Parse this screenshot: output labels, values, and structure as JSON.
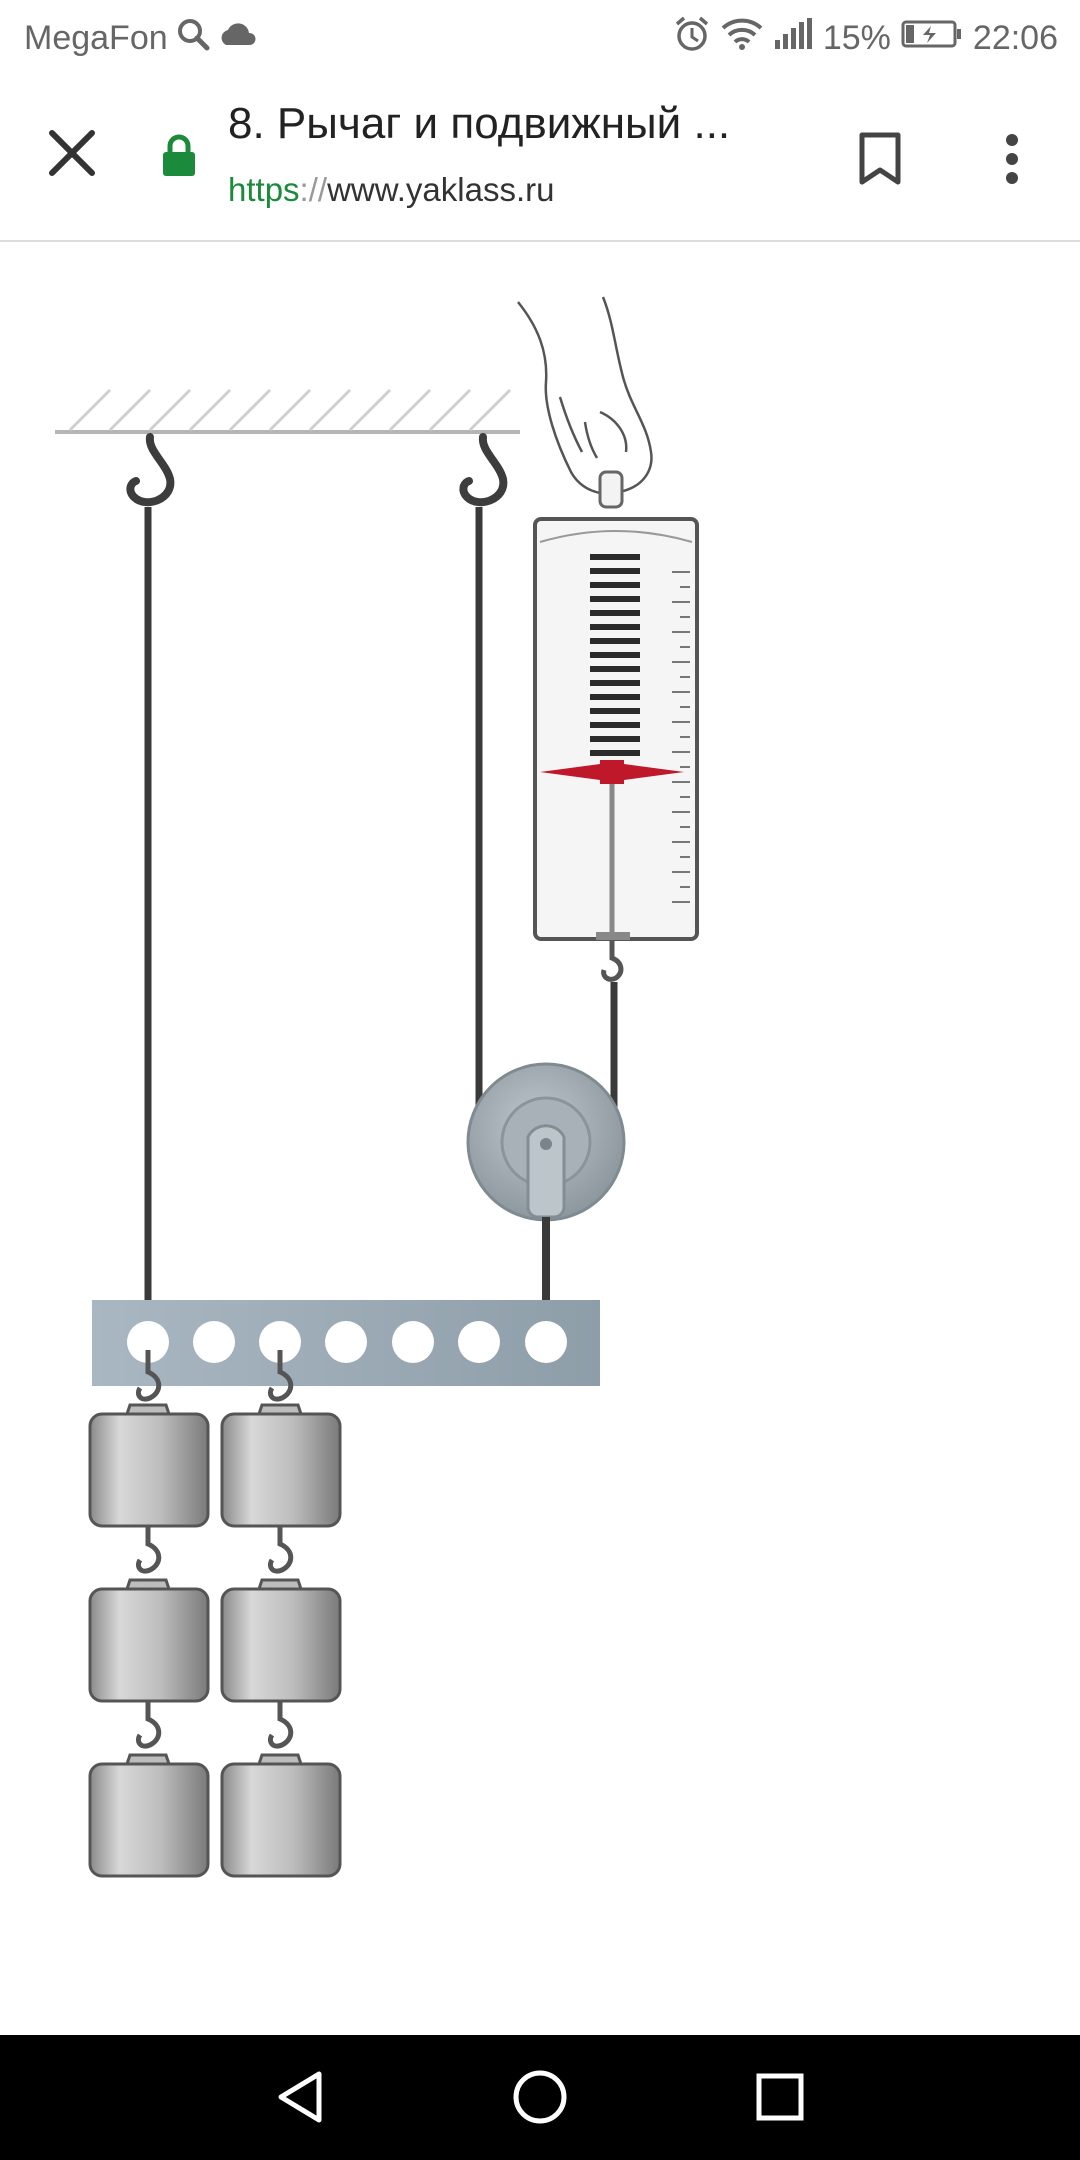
{
  "status_bar": {
    "carrier": "MegaFon",
    "battery": "15%",
    "time": "22:06",
    "icons": [
      "search-icon",
      "cloud-icon",
      "alarm-icon",
      "wifi-icon",
      "signal-icon",
      "battery-charging-icon"
    ]
  },
  "browser": {
    "page_title": "8. Рычаг и подвижный ...",
    "url_scheme": "https",
    "url_separator": "://",
    "url_host": "www.yaklass.ru",
    "icons": [
      "close-icon",
      "lock-icon",
      "bookmark-icon",
      "more-vert-icon"
    ],
    "colors": {
      "lock": "#1b8a3a",
      "scheme": "#1b8a3a"
    }
  },
  "diagram": {
    "description_icons": [
      "ceiling-hatch",
      "hook-icon",
      "spring-scale",
      "movable-pulley",
      "lever-bar",
      "weights"
    ],
    "lever_holes": 7,
    "weights_per_stack": 3,
    "weight_stacks": 2,
    "colors": {
      "marker": "#c0182b",
      "bar": "#9fb0bd",
      "pulley": "#9aa6ae"
    }
  },
  "nav_bar": {
    "icons": [
      "back-triangle-icon",
      "home-circle-icon",
      "recents-square-icon"
    ]
  }
}
